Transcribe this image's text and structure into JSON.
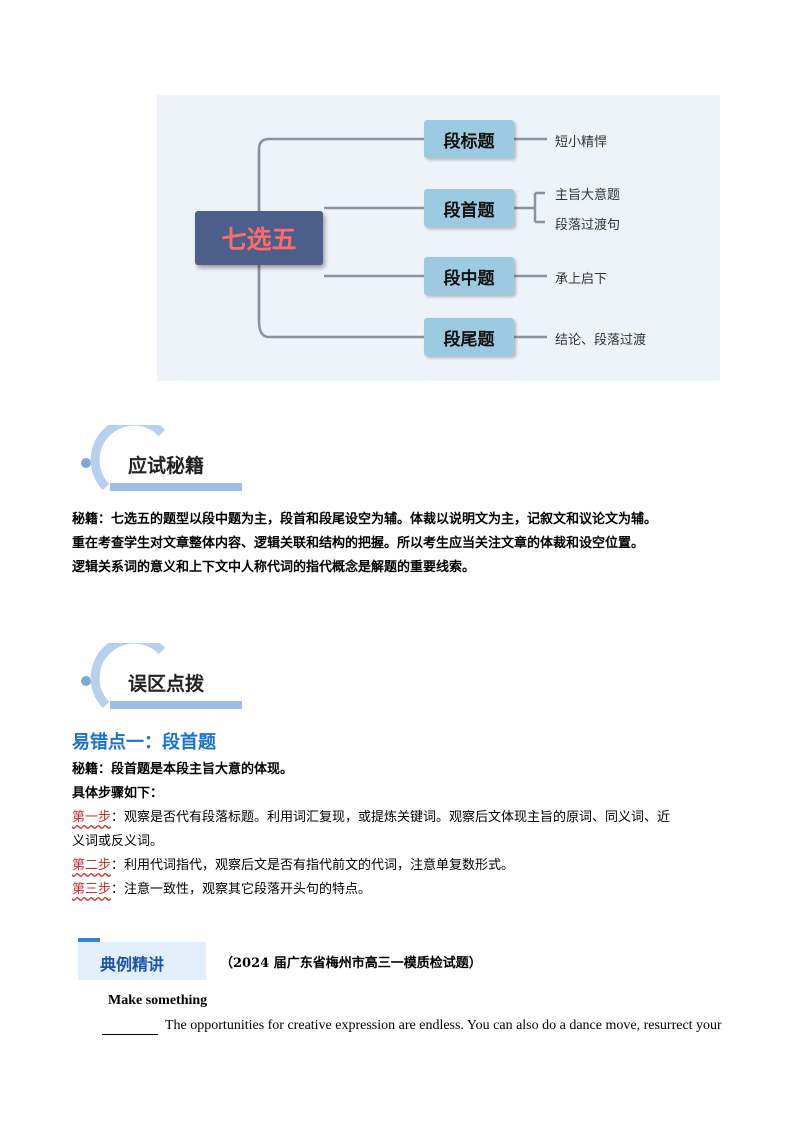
{
  "mindmap": {
    "root": "七选五",
    "nodes": [
      {
        "label": "段标题",
        "leaves": [
          "短小精悍"
        ]
      },
      {
        "label": "段首题",
        "leaves": [
          "主旨大意题",
          "段落过渡句"
        ]
      },
      {
        "label": "段中题",
        "leaves": [
          "承上启下"
        ]
      },
      {
        "label": "段尾题",
        "leaves": [
          "结论、段落过渡"
        ]
      }
    ]
  },
  "section1": {
    "title": "应试秘籍",
    "lines": [
      "秘籍：七选五的题型以段中题为主，段首和段尾设空为辅。体裁以说明文为主，记叙文和议论文为辅。",
      "重在考查学生对文章整体内容、逻辑关联和结构的把握。所以考生应当关注文章的体裁和设空位置。",
      "逻辑关系词的意义和上下文中人称代词的指代概念是解题的重要线索。"
    ]
  },
  "section2": {
    "title": "误区点拨",
    "heading": "易错点一：段首题",
    "secret": "秘籍：段首题是本段主旨大意的体现。",
    "steps_title": "具体步骤如下：",
    "steps": [
      {
        "label": "第一步",
        "text": "：观察是否代有段落标题。利用词汇复现，或提炼关键词。观察后文体现主旨的原词、同义词、近",
        "cont": "义词或反义词。"
      },
      {
        "label": "第二步",
        "text": "：利用代词指代，观察后文是否有指代前文的代词，注意单复数形式。",
        "cont": ""
      },
      {
        "label": "第三步",
        "text": "：注意一致性，观察其它段落开头句的特点。",
        "cont": ""
      }
    ]
  },
  "section3": {
    "tag": "典例精讲",
    "source": "（2024 届广东省梅州市高三一模质检试题）",
    "passage_title": "Make something",
    "passage_line": "The opportunities for creative expression are endless. You can also do a dance move, resurrect your"
  }
}
